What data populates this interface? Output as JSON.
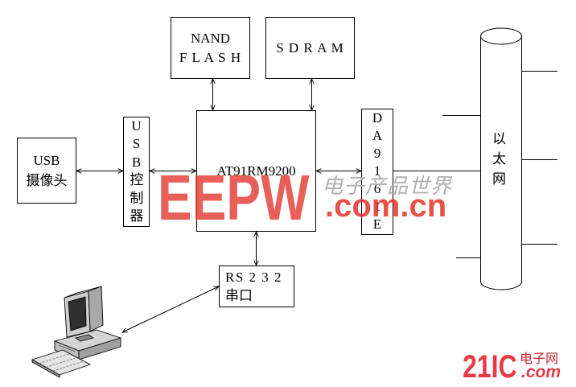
{
  "diagram": {
    "nand_flash": {
      "line1": "NAND",
      "line2": "F L A S H"
    },
    "sdram": {
      "label": "S D R A M"
    },
    "processor": {
      "label": "AT91RM9200"
    },
    "usb_camera": {
      "line1": "USB",
      "line2": "摄像头"
    },
    "usb_controller": {
      "label": "USB控制器"
    },
    "ethernet_controller": {
      "label": "DA9161E"
    },
    "serial_port": {
      "line1": "RS 2 3 2",
      "line2": "串口"
    },
    "ethernet": {
      "label": "以太网"
    },
    "icons": {
      "host_pc": "desktop-computer-icon",
      "network_bus": "cylinder-icon"
    }
  },
  "watermarks": {
    "eepw": {
      "logo": "EEPW",
      "name": "电子产品世界",
      "domain": ".com.cn"
    },
    "site_21ic": {
      "logo": "21IC",
      "name": "电子网",
      "domain": ".com"
    }
  },
  "colors": {
    "line": "#000000",
    "box_fill": "#ffffff",
    "watermark_red": "#e2322a",
    "watermark_gray": "#b0b0b0",
    "logo_21ic_red": "#e73a48"
  }
}
